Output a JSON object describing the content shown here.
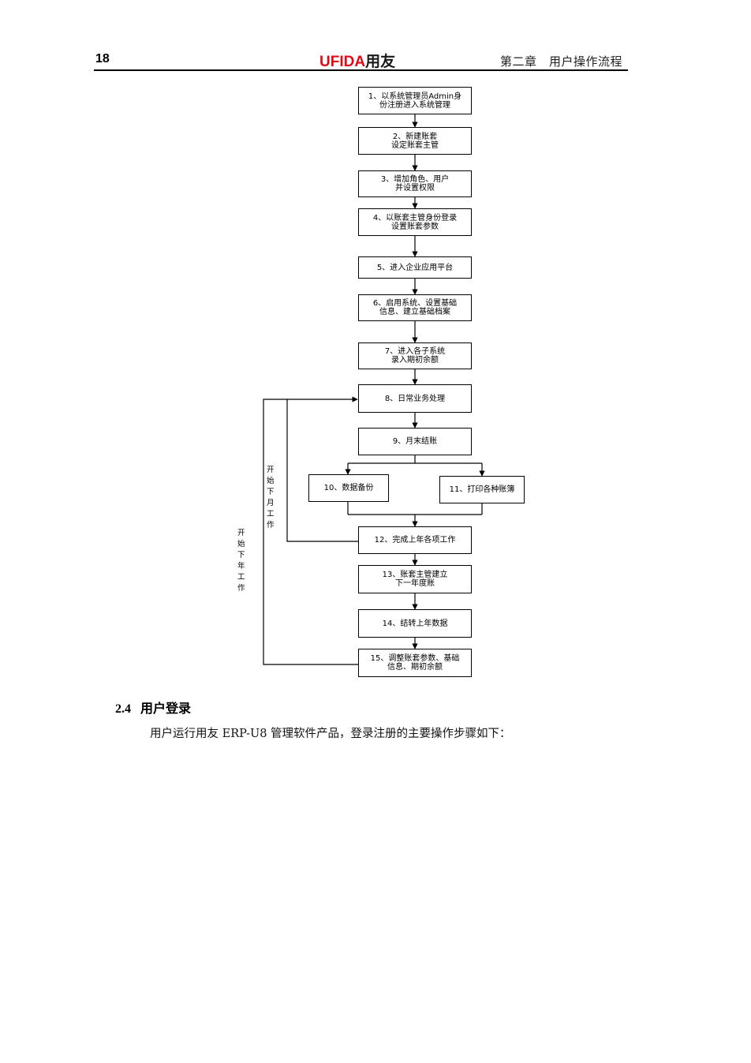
{
  "header": {
    "page_number": "18",
    "brand": "UFIDA",
    "brand_cn": "用友",
    "chapter": "第二章　用户操作流程"
  },
  "flowchart": {
    "steps": [
      [
        "1、以系统管理员Admin身",
        "份注册进入系统管理"
      ],
      [
        "2、新建账套",
        "设定账套主管"
      ],
      [
        "3、增加角色、用户",
        "并设置权限"
      ],
      [
        "4、以账套主管身份登录",
        "设置账套参数"
      ],
      [
        "5、进入企业应用平台"
      ],
      [
        "6、启用系统、设置基础",
        "信息、建立基础档案"
      ],
      [
        "7、进入各子系统",
        "录入期初余额"
      ],
      [
        "8、日常业务处理"
      ],
      [
        "9、月末结账"
      ],
      [
        "10、数据备份"
      ],
      [
        "11、打印各种账簿"
      ],
      [
        "12、完成上年各项工作"
      ],
      [
        "13、账套主管建立",
        "下一年度账"
      ],
      [
        "14、结转上年数据"
      ],
      [
        "15、调整账套参数、基础",
        "信息、期初余额"
      ]
    ],
    "loop_month_label": "开始下月工作",
    "loop_year_label": "开始下年工作"
  },
  "section": {
    "number": "2.4",
    "title": "用户登录",
    "body": "用户运行用友 ERP-U8 管理软件产品，登录注册的主要操作步骤如下："
  }
}
